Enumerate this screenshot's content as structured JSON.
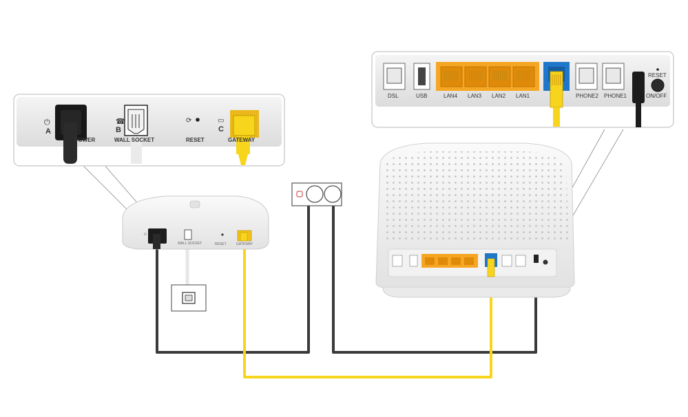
{
  "adapter_panel": {
    "power_letter": "A",
    "socket_letter": "B",
    "gateway_letter": "C",
    "power_label": "POWER",
    "socket_label": "WALL SOCKET",
    "reset_label": "RESET",
    "gateway_label": "GATEWAY"
  },
  "router_panel": {
    "ports": [
      "DSL",
      "USB",
      "LAN4",
      "LAN3",
      "LAN2",
      "LAN1",
      "PHONE2",
      "PHONE1"
    ],
    "reset_label": "RESET",
    "onoff_label": "ON/OFF"
  },
  "colors": {
    "ethernet_cable": "#f7d51c",
    "power_cable": "#3a3a3a",
    "lan_port": "#f5a623",
    "wan_port": "#1f77c9",
    "phone_cable": "#e6e6e6"
  },
  "icons": [
    "power-icon",
    "phone-icon",
    "reset-icon",
    "computer-icon"
  ]
}
